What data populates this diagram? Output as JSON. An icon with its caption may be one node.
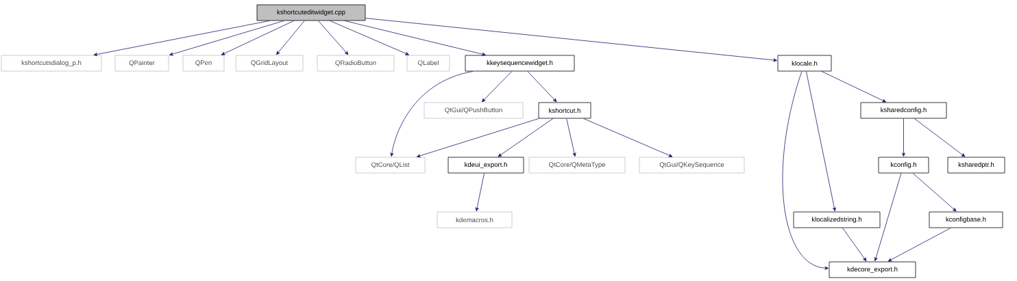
{
  "diagram": {
    "nodes": [
      {
        "text": [
          "kshortcuteditwidget.cpp"
        ]
      },
      {
        "text": [
          "kshortcutsdialog_p.h"
        ]
      },
      {
        "text": [
          "QPainter"
        ]
      },
      {
        "text": [
          "QPen"
        ]
      },
      {
        "text": [
          "QGridLayout"
        ]
      },
      {
        "text": [
          "QRadioButton"
        ]
      },
      {
        "text": [
          "QLabel"
        ]
      },
      {
        "text": [
          "kkeysequencewidget.h"
        ]
      },
      {
        "text": [
          "klocale.h"
        ]
      },
      {
        "text": [
          "QtGui/QPushButton"
        ]
      },
      {
        "text": [
          "kshortcut.h"
        ]
      },
      {
        "text": [
          "ksharedconfig.h"
        ]
      },
      {
        "text": [
          "QtCore/QList"
        ]
      },
      {
        "text": [
          "kdeui_export.h"
        ]
      },
      {
        "text": [
          "QtCore/QMetaType"
        ]
      },
      {
        "text": [
          "QtGui/QKeySequence"
        ]
      },
      {
        "text": [
          "kconfig.h"
        ]
      },
      {
        "text": [
          "ksharedptr.h"
        ]
      },
      {
        "text": [
          "kdemacros.h"
        ]
      },
      {
        "text": [
          "klocalizedstring.h"
        ]
      },
      {
        "text": [
          "kconfigbase.h"
        ]
      },
      {
        "text": [
          "kdecore_export.h"
        ]
      }
    ],
    "edges": [
      {
        "from": 0,
        "to": 1,
        "arrow": "to"
      },
      {
        "from": 0,
        "to": 2,
        "arrow": "to"
      },
      {
        "from": 0,
        "to": 3,
        "arrow": "to"
      },
      {
        "from": 0,
        "to": 4,
        "arrow": "to"
      },
      {
        "from": 0,
        "to": 5,
        "arrow": "to"
      },
      {
        "from": 0,
        "to": 6,
        "arrow": "to"
      },
      {
        "from": 0,
        "to": 7,
        "arrow": "to"
      },
      {
        "from": 0,
        "to": 8,
        "arrow": "to"
      },
      {
        "from": 7,
        "to": 12,
        "arrow": "to"
      },
      {
        "from": 7,
        "to": 9,
        "arrow": "to"
      },
      {
        "from": 7,
        "to": 10,
        "arrow": "to"
      },
      {
        "from": 10,
        "to": 12,
        "arrow": "to"
      },
      {
        "from": 10,
        "to": 13,
        "arrow": "to"
      },
      {
        "from": 10,
        "to": 14,
        "arrow": "to"
      },
      {
        "from": 10,
        "to": 15,
        "arrow": "to"
      },
      {
        "from": 13,
        "to": 18,
        "arrow": "to"
      },
      {
        "from": 8,
        "to": 21,
        "arrow": "to"
      },
      {
        "from": 8,
        "to": 19,
        "arrow": "to"
      },
      {
        "from": 8,
        "to": 11,
        "arrow": "to"
      },
      {
        "from": 11,
        "to": 16,
        "arrow": "to"
      },
      {
        "from": 11,
        "to": 17,
        "arrow": "to"
      },
      {
        "from": 16,
        "to": 21,
        "arrow": "to"
      },
      {
        "from": 16,
        "to": 20,
        "arrow": "to"
      },
      {
        "from": 19,
        "to": 21,
        "arrow": "to"
      },
      {
        "from": 20,
        "to": 21,
        "arrow": "to"
      }
    ]
  }
}
